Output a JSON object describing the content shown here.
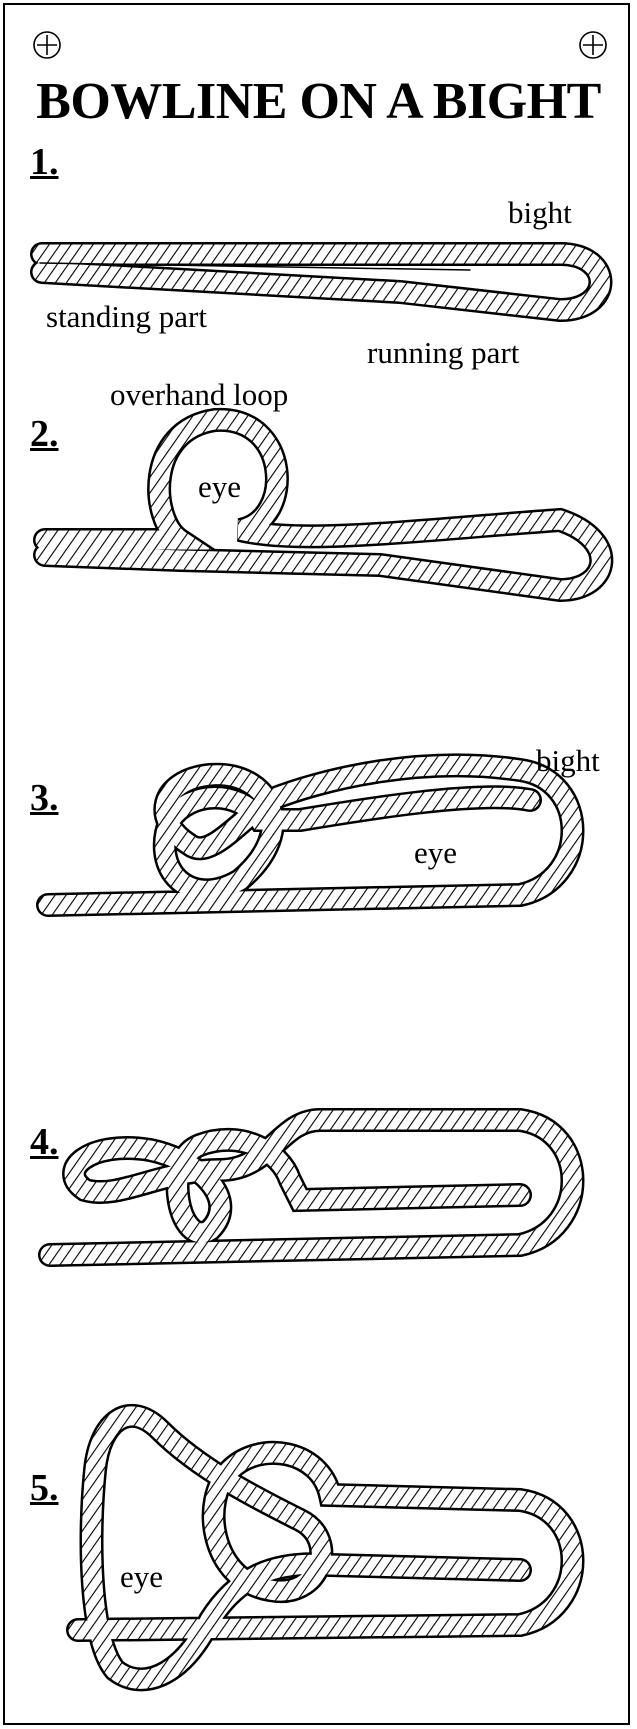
{
  "title": "BOWLINE ON A BIGHT",
  "steps": [
    {
      "number": "1.",
      "labels": {
        "bight": "bight",
        "standing_part": "standing part",
        "running_part": "running part"
      }
    },
    {
      "number": "2.",
      "labels": {
        "overhand_loop": "overhand loop",
        "eye": "eye"
      }
    },
    {
      "number": "3.",
      "labels": {
        "bight": "bight",
        "eye": "eye"
      }
    },
    {
      "number": "4.",
      "labels": {}
    },
    {
      "number": "5.",
      "labels": {
        "eye": "eye"
      }
    }
  ],
  "colors": {
    "ink": "#000000",
    "paper": "#ffffff"
  },
  "icons": [
    "registration-mark-icon",
    "rope-illustration"
  ]
}
